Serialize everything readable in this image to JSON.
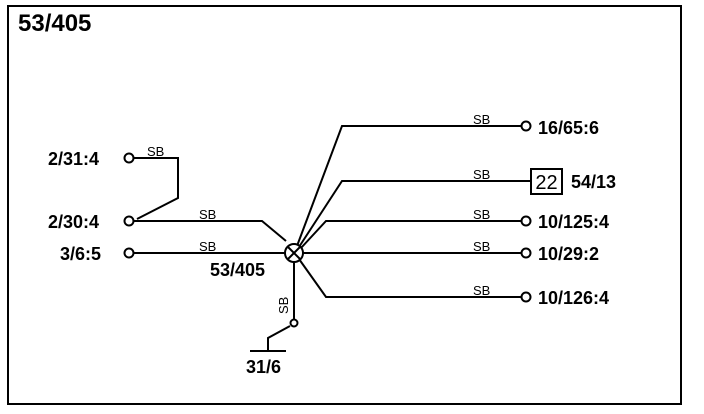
{
  "title": "53/405",
  "splice": {
    "label": "53/405"
  },
  "connectors": {
    "c_2_31_4": "2/31:4",
    "c_2_30_4": "2/30:4",
    "c_3_6_5": "3/6:5",
    "c_16_65_6": "16/65:6",
    "c_54_13": "54/13",
    "c_10_125_4": "10/125:4",
    "c_10_29_2": "10/29:2",
    "c_10_126_4": "10/126:4",
    "ground": "31/6"
  },
  "component_box": {
    "number": "22"
  },
  "wire_color": "SB"
}
